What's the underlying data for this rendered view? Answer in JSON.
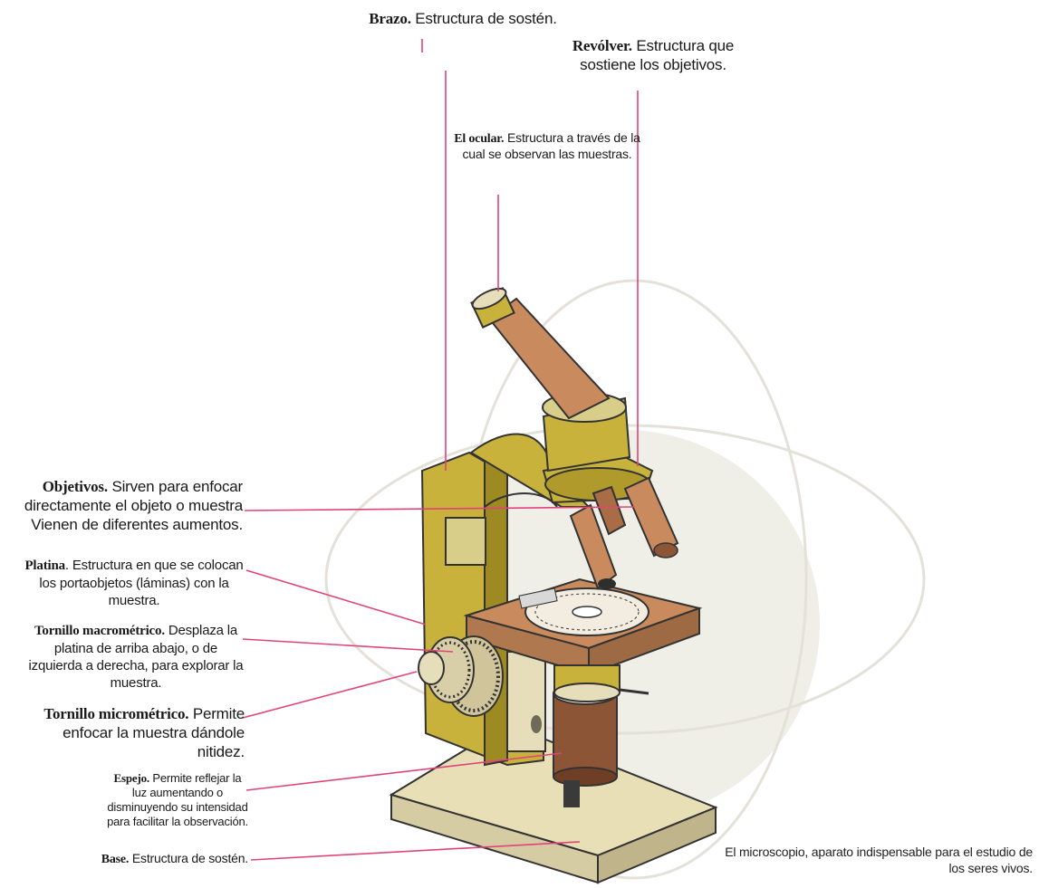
{
  "labels": {
    "brazo": {
      "term": "Brazo.",
      "desc": "Estructura de sostén."
    },
    "revolver": {
      "term": "Revólver.",
      "desc": "Estructura que sostiene los objetivos."
    },
    "ocular": {
      "term": "El ocular.",
      "desc": "Estructura a través de la cual se observan las muestras."
    },
    "objetivos": {
      "term": "Objetivos.",
      "desc": "Sirven para enfocar directamente el objeto o muestra Vienen de diferentes aumentos."
    },
    "platina": {
      "term": "Platina",
      "desc": ". Estructura en que se colocan los portaobjetos (láminas) con la muestra."
    },
    "macrometrico": {
      "term": "Tornillo macrométrico.",
      "desc": "Desplaza la platina de arriba abajo, o de izquierda a derecha, para explorar la muestra."
    },
    "micrometrico": {
      "term": "Tornillo micrométrico.",
      "desc": "Permite enfocar la muestra dándole nitidez."
    },
    "espejo": {
      "term": "Espejo.",
      "desc": "Permite reflejar la luz aumentando o disminuyendo su intensidad para facilitar la observación."
    },
    "base": {
      "term": "Base.",
      "desc": "Estructura de sostén."
    }
  },
  "caption": "El microscopio, aparato indispensable para el estudio de los seres vivos.",
  "colors": {
    "leader": "#e0447a",
    "olive": "#c8b23c",
    "olive_dark": "#9e8a22",
    "copper": "#c98a5e",
    "copper_dark": "#8c5536",
    "base_top": "#e8dfb6",
    "base_side": "#cfc49a",
    "halo": "#ecebe2"
  }
}
